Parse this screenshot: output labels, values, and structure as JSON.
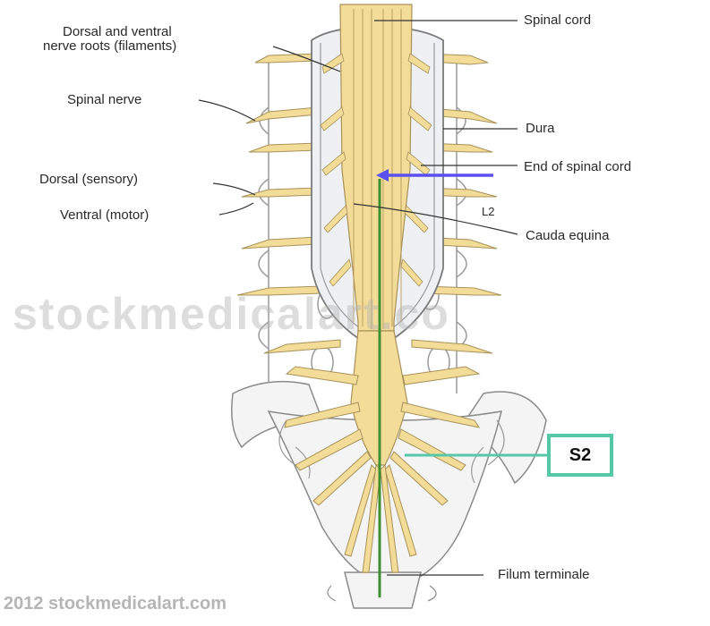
{
  "labels": {
    "spinal_cord": "Spinal cord",
    "roots_line1": "Dorsal and ventral",
    "roots_line2": "nerve roots (filaments)",
    "spinal_nerve": "Spinal nerve",
    "dura": "Dura",
    "dorsal": "Dorsal (sensory)",
    "end_of_cord": "End of spinal cord",
    "ventral": "Ventral (motor)",
    "l2": "L2",
    "cauda_equina": "Cauda equina",
    "filum_terminale": "Filum terminale"
  },
  "annotation": {
    "s2_label": "S2",
    "box_color": "#56c8a8",
    "arrow_color": "#5b4ff0"
  },
  "watermark": {
    "center_text": "stockmedicalart.co",
    "footer_text": "2012 stockmedicalart.com"
  },
  "colors": {
    "nerve": "#f2dc98",
    "nerve_stroke": "#a8925a",
    "filum": "#3f8f2f",
    "bone": "#f4f4f4",
    "bone_stroke": "#8a8a8a"
  }
}
